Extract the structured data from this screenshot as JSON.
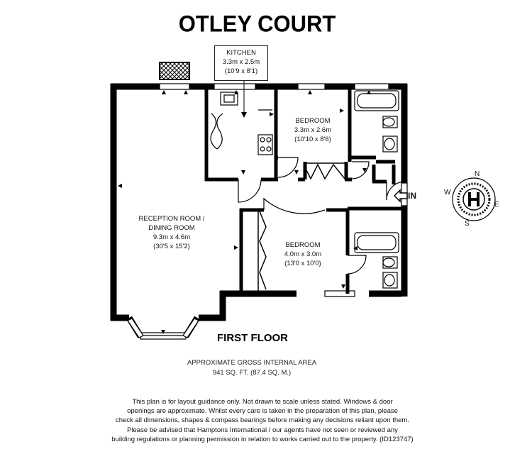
{
  "title": "OTLEY COURT",
  "rooms": {
    "kitchen": {
      "name": "KITCHEN",
      "metric": "3.3m x 2.5m",
      "imperial": "(10'9 x 8'1)"
    },
    "bedroom1": {
      "name": "BEDROOM",
      "metric": "3.3m x 2.6m",
      "imperial": "(10'10 x 8'6)"
    },
    "reception": {
      "name_line1": "RECEPTION ROOM /",
      "name_line2": "DINING ROOM",
      "metric": "9.3m x 4.6m",
      "imperial": "(30'5 x 15'2)"
    },
    "bedroom2": {
      "name": "BEDROOM",
      "metric": "4.0m x 3.0m",
      "imperial": "(13'0 x 10'0)"
    }
  },
  "entrance_label": "IN",
  "floor_label": "FIRST FLOOR",
  "area": {
    "heading": "APPROXIMATE GROSS INTERNAL AREA",
    "value": "941 SQ. FT. (87.4 SQ. M.)"
  },
  "compass": {
    "north": "N",
    "south": "S",
    "east": "E",
    "west": "W",
    "center": "H"
  },
  "disclaimer": [
    "This plan is for layout guidance only. Not drawn to scale unless stated. Windows & door",
    "openings are approximate. Whilst every care is taken in the preparation of this plan, please",
    "check all dimensions, shapes & compass bearings before making any decisions reliant upon them.",
    "Please be advised that Hamptons International / our agents have not seen or reviewed any",
    "building regulations or planning permission in relation to works carried out to the property. (ID123747)"
  ]
}
